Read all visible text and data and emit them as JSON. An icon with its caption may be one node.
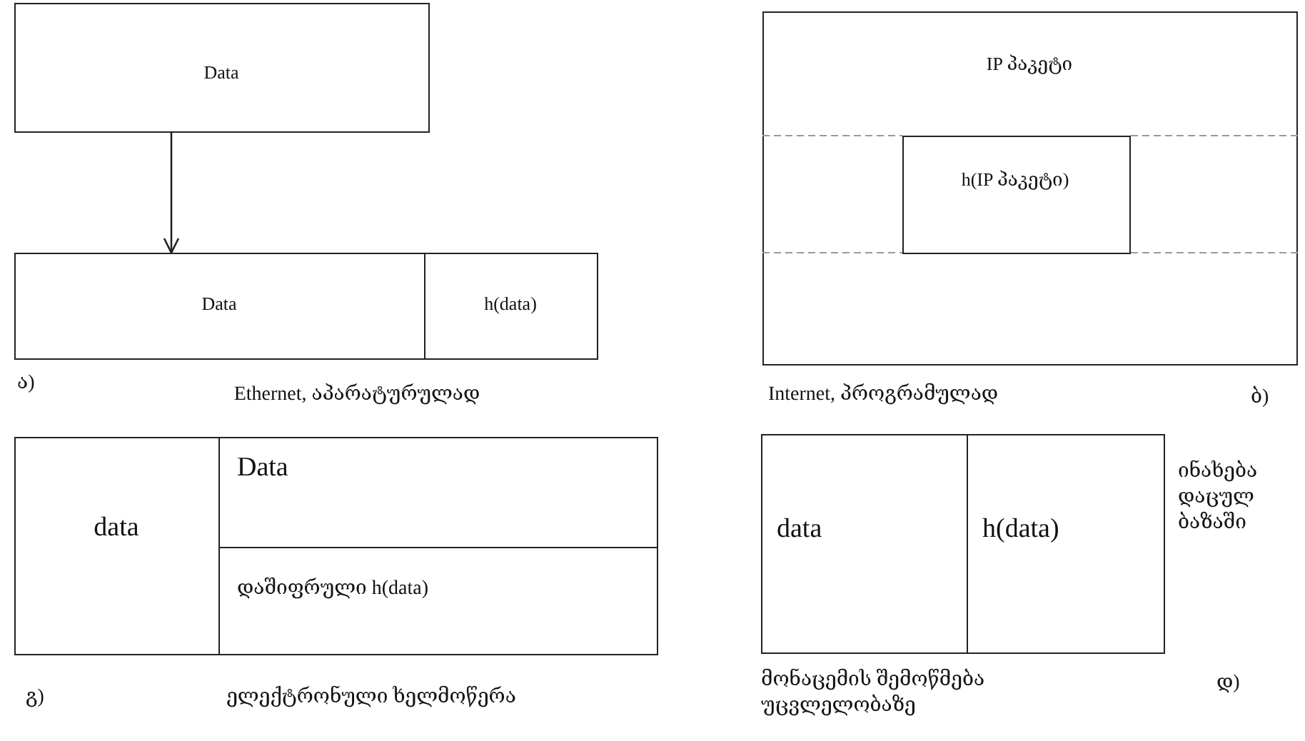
{
  "diagram": {
    "nodes": [
      {
        "text": [
          "Data"
        ]
      },
      {
        "text": [
          "Data"
        ]
      },
      {
        "text": [
          "h(data)"
        ]
      },
      {
        "text": [
          "IP პაკეტი"
        ]
      },
      {
        "text": [
          "h(IP პაკეტი)"
        ],
        "in": 3
      },
      {
        "text": [
          "data"
        ]
      },
      {
        "text": [
          "Data"
        ]
      },
      {
        "text": [
          "დაშიფრული h(data)"
        ]
      },
      {
        "text": [
          "data"
        ]
      },
      {
        "text": [
          "h(data)"
        ]
      }
    ],
    "edges": [
      {
        "from": 0,
        "to": 1,
        "arrow": "to"
      }
    ],
    "labels": [
      "ა)",
      "Ethernet, აპარატურულად",
      "Internet, პროგრამულად",
      "ბ)",
      "ინახება დაცულ ბაზაში",
      "გ)",
      "ელექტრონული ხელმოწერა",
      "მონაცემის შემოწმება უცვლელობაზე",
      "დ)"
    ]
  }
}
